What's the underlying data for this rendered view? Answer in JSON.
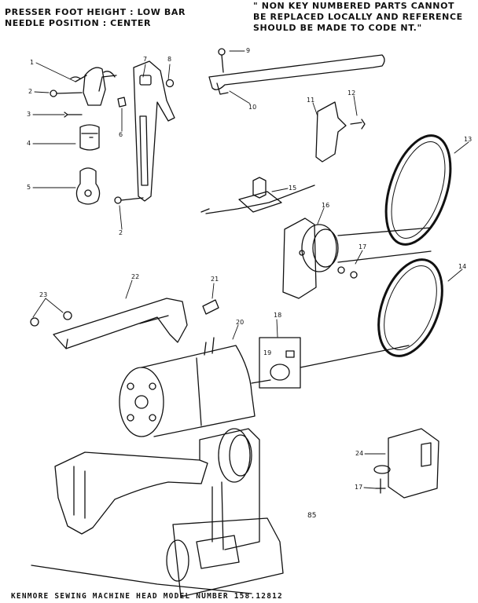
{
  "header": {
    "spec_line_1": "PRESSER FOOT HEIGHT : LOW BAR",
    "spec_line_2": "NEEDLE POSITION : CENTER",
    "note_line_1": "\" NON KEY NUMBERED PARTS CANNOT",
    "note_line_2": "BE REPLACED LOCALLY AND REFERENCE",
    "note_line_3": "SHOULD BE MADE TO CODE NT.\""
  },
  "callouts": [
    "1",
    "2",
    "3",
    "4",
    "5",
    "2",
    "6",
    "7",
    "8",
    "9",
    "10",
    "11",
    "12",
    "13",
    "14",
    "15",
    "16",
    "17",
    "18",
    "19",
    "20",
    "21",
    "22",
    "23",
    "24",
    "17"
  ],
  "page_mark": "85",
  "caption": "KENMORE SEWING MACHINE HEAD MODEL NUMBER 158.12812",
  "colors": {
    "ink": "#111111",
    "paper": "#ffffff"
  }
}
